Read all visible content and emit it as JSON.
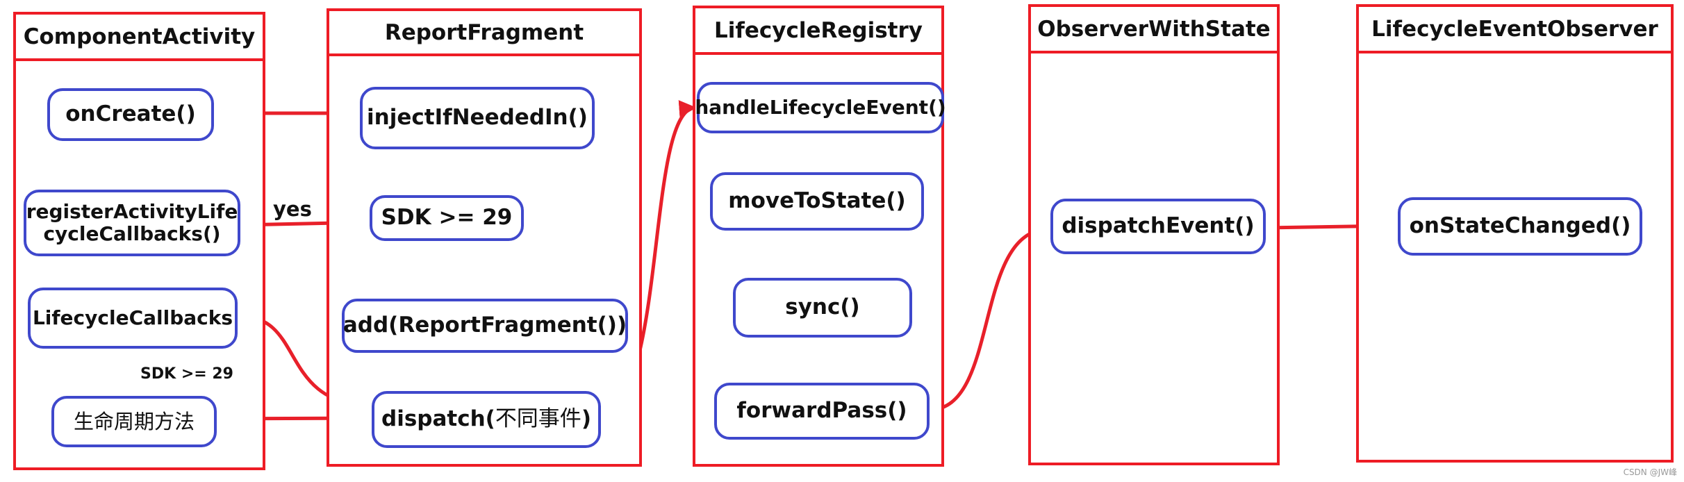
{
  "lanes": {
    "component_activity": "ComponentActivity",
    "report_fragment": "ReportFragment",
    "lifecycle_registry": "LifecycleRegistry",
    "observer_with_state": "ObserverWithState",
    "lifecycle_event_observer": "LifecycleEventObserver"
  },
  "nodes": {
    "on_create": "onCreate()",
    "register_callbacks_line1": "registerActivityLife",
    "register_callbacks_line2": "cycleCallbacks()",
    "lifecycle_callbacks": "LifecycleCallbacks",
    "lifecycle_methods": "生命周期方法",
    "inject_if_needed_in": "injectIfNeededIn()",
    "sdk_check": "SDK >= 29",
    "add_report_fragment": "add(ReportFragment())",
    "dispatch_prefix": "dispatch(",
    "dispatch_cjk": "不同事件",
    "dispatch_suffix": ")",
    "handle_lifecycle_event": "handleLifecycleEvent()",
    "move_to_state": "moveToState()",
    "sync": "sync()",
    "forward_pass": "forwardPass()",
    "dispatch_event": "dispatchEvent()",
    "on_state_changed": "onStateChanged()"
  },
  "edge_labels": {
    "yes": "yes",
    "sdk_condition": "SDK >= 29"
  },
  "watermark": "CSDN @JW峰",
  "colors": {
    "lane_border": "#ee1c25",
    "node_border": "#3f48cc",
    "arrow": "#e8202a"
  }
}
